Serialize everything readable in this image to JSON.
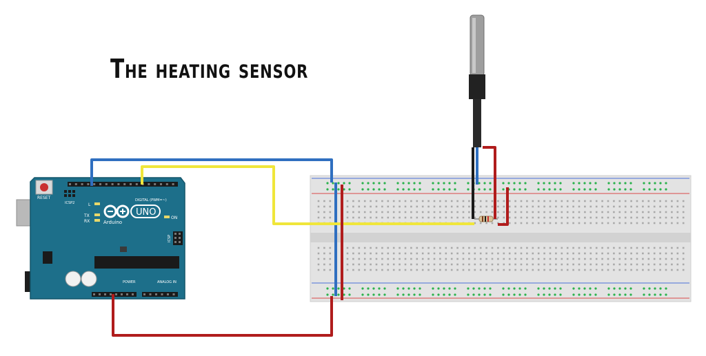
{
  "title": "The heating sensor",
  "arduino": {
    "logo_text": "UNO",
    "brand": "Arduino",
    "reset_label": "RESET",
    "icsp2_label": "ICSP2",
    "icsp_label": "ICSP",
    "led_l": "L",
    "led_tx": "TX",
    "led_rx": "RX",
    "on_label": "ON",
    "digital_label": "DIGITAL (PWM=~)",
    "power_label": "POWER",
    "analog_label": "ANALOG IN"
  },
  "colors": {
    "board": "#1d6f8a",
    "wire_blue": "#2f6fc0",
    "wire_yellow": "#f0e63a",
    "wire_red": "#b01c1c",
    "wire_black": "#1a1a1a",
    "breadboard": "#e4e4e4",
    "hole_green": "#2bb24c",
    "rail_red": "#d84a4a",
    "rail_blue": "#4a6fd8"
  }
}
